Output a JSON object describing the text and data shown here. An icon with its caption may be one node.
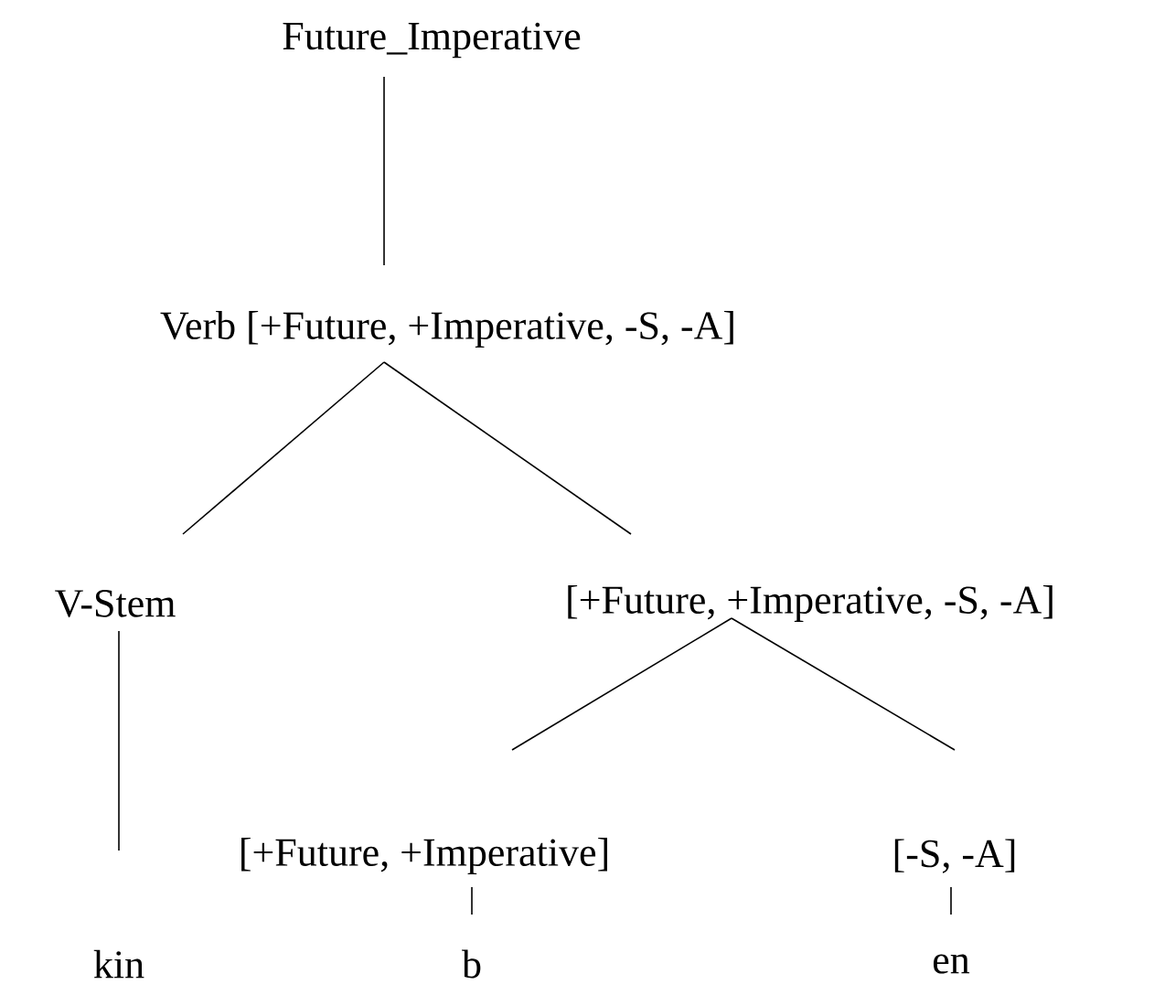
{
  "diagram": {
    "nodes": [
      {
        "text": [
          "Future_Imperative"
        ]
      },
      {
        "text": [
          "Verb [+Future, +Imperative, -S, -A]"
        ]
      },
      {
        "text": [
          "V-Stem"
        ]
      },
      {
        "text": [
          "[+Future, +Imperative, -S, -A]"
        ]
      },
      {
        "text": [
          "[+Future, +Imperative]"
        ]
      },
      {
        "text": [
          "[-S, -A]"
        ]
      },
      {
        "text": [
          "kin"
        ]
      },
      {
        "text": [
          "b"
        ]
      },
      {
        "text": [
          "en"
        ]
      }
    ],
    "edges": [
      {
        "from": 0,
        "to": 1,
        "arrow": "none"
      },
      {
        "from": 1,
        "to": 2,
        "arrow": "none"
      },
      {
        "from": 1,
        "to": 3,
        "arrow": "none"
      },
      {
        "from": 2,
        "to": 6,
        "arrow": "none"
      },
      {
        "from": 3,
        "to": 4,
        "arrow": "none"
      },
      {
        "from": 3,
        "to": 5,
        "arrow": "none"
      },
      {
        "from": 4,
        "to": 7,
        "arrow": "none"
      },
      {
        "from": 5,
        "to": 8,
        "arrow": "none"
      }
    ]
  }
}
